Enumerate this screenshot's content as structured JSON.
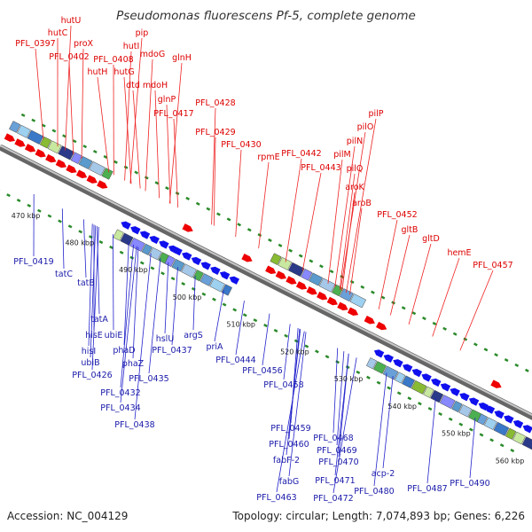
{
  "title": "Pseudomonas fluorescens Pf-5, complete genome",
  "footer": {
    "accession": "Accession: NC_004129",
    "summary": "Topology: circular; Length: 7,074,893 bp; Genes: 6,226"
  },
  "scale_labels": [
    "470 kbp",
    "480 kbp",
    "490 kbp",
    "500 kbp",
    "510 kbp",
    "520 kbp",
    "530 kbp",
    "540 kbp",
    "550 kbp",
    "560 kbp"
  ],
  "forward_genes": [
    "hutU",
    "hutC",
    "PFL_0397",
    "proX",
    "PFL_0402",
    "pip",
    "hutI",
    "PFL_0408",
    "mdoG",
    "glnH",
    "hutH",
    "hutG",
    "dtd",
    "mdoH",
    "glnP",
    "PFL_0417",
    "PFL_0428",
    "PFL_0429",
    "PFL_0430",
    "rpmE",
    "PFL_0442",
    "PFL_0443",
    "pilP",
    "pilO",
    "pilN",
    "pilM",
    "pilQ",
    "aroK",
    "aroB",
    "PFL_0452",
    "gltB",
    "gltD",
    "hemE",
    "PFL_0457"
  ],
  "reverse_genes": [
    "PFL_0419",
    "tatC",
    "tatB",
    "tatA",
    "hisE",
    "ubiE",
    "hisI",
    "ubiB",
    "PFL_0426",
    "phaD",
    "phaZ",
    "hslU",
    "argS",
    "PFL_0437",
    "PFL_0432",
    "PFL_0435",
    "PFL_0434",
    "PFL_0438",
    "priA",
    "PFL_0444",
    "PFL_0456",
    "PFL_0458",
    "PFL_0459",
    "PFL_0468",
    "PFL_0460",
    "PFL_0469",
    "fabF-2",
    "PFL_0470",
    "fabG",
    "PFL_0471",
    "acp-2",
    "PFL_0480",
    "PFL_0487",
    "PFL_0490",
    "PFL_0463",
    "PFL_0472"
  ],
  "colors": {
    "forward_label": "#dd0000",
    "reverse_label": "#1a1aaa",
    "forward_arrow": "#ee0000",
    "reverse_arrow": "#1010ee",
    "backbone": "#888888",
    "tick": "#2a8a2a"
  }
}
